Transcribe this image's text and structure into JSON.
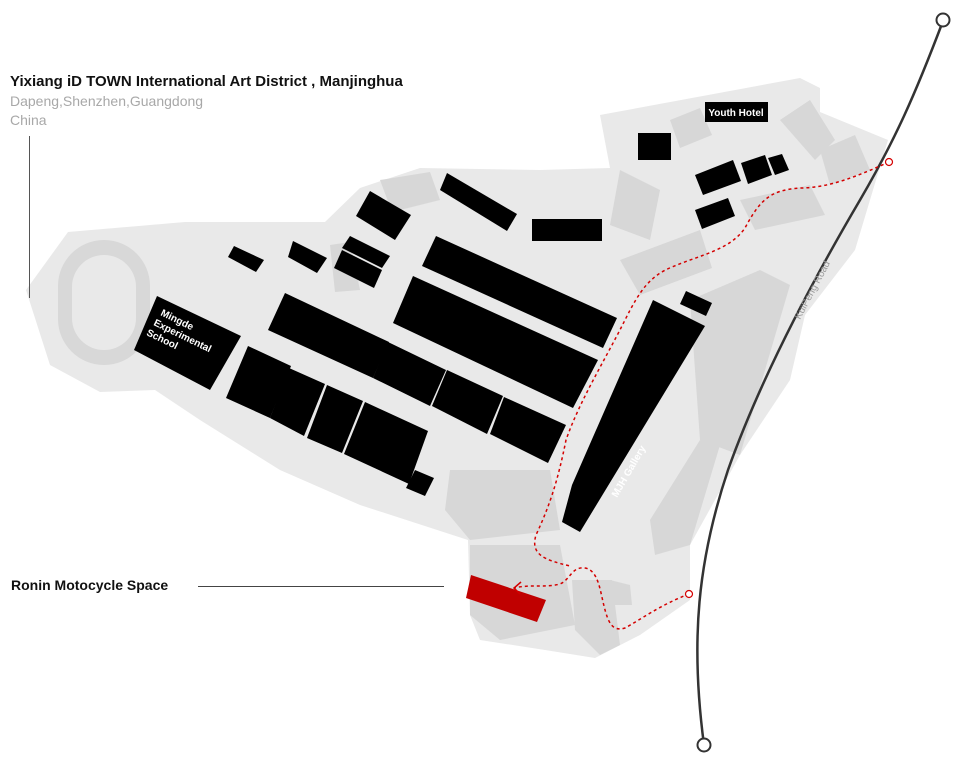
{
  "header": {
    "title": "Yixiang iD TOWN International Art District , Manjinghua",
    "subtitle_line1": "Dapeng,Shenzhen,Guangdong",
    "subtitle_line2": "China"
  },
  "map": {
    "labels": {
      "youth_hotel": "Youth Hotel",
      "school_line1": "Mingde",
      "school_line2": "Experimental",
      "school_line3": "School",
      "gallery": "MJH Gallery",
      "road": "KuiPeng Road"
    },
    "destination": {
      "label": "Ronin Motocycle Space"
    },
    "colors": {
      "site_ground": "#e9e9e9",
      "inner_blocks": "#d7d7d7",
      "buildings": "#000000",
      "destination": "#c00000",
      "route": "#d40000",
      "road": "#333333"
    }
  }
}
